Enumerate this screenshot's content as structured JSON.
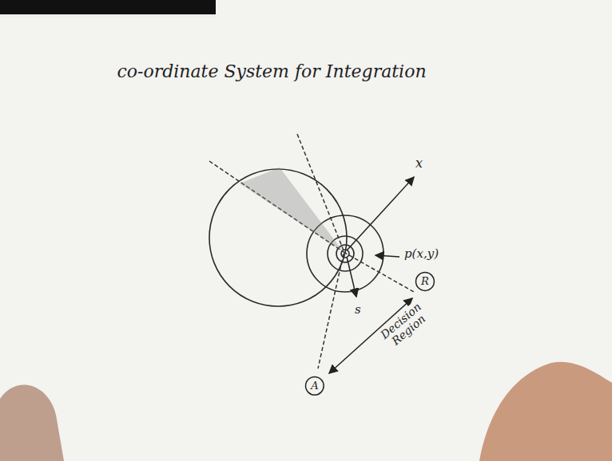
{
  "diagram": {
    "title": "co-ordinate System for Integration",
    "nodes": [
      {
        "text": [
          "R"
        ]
      },
      {
        "text": [
          "A"
        ]
      }
    ],
    "labels": [
      "x",
      "p(x,y)",
      "s",
      "Decision Region"
    ]
  }
}
